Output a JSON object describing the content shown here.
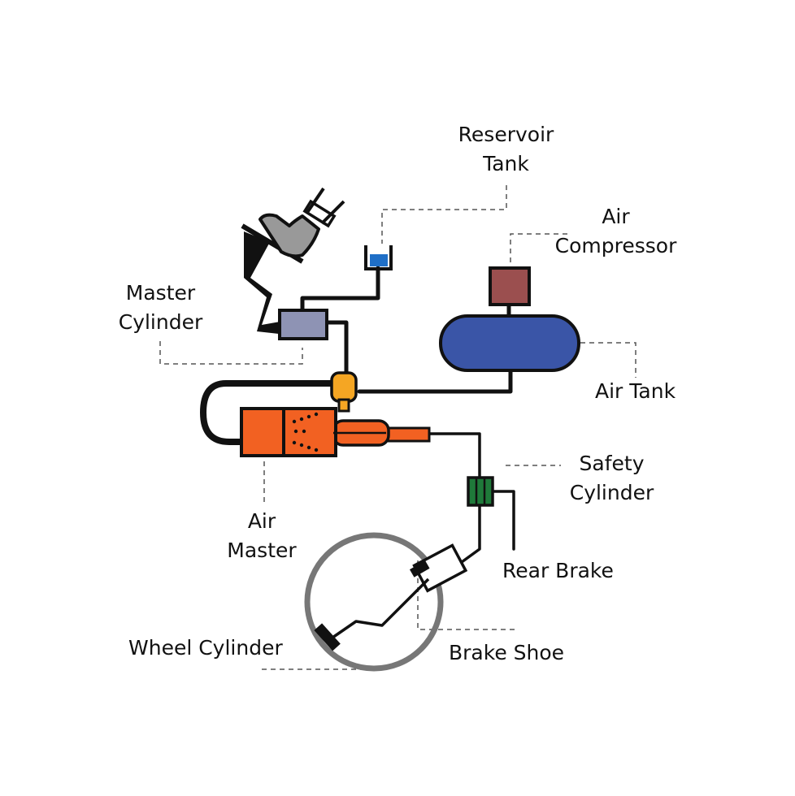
{
  "labels": {
    "reservoir_tank": [
      "Reservoir",
      "Tank"
    ],
    "air_compressor": [
      "Air",
      "Compressor"
    ],
    "master_cylinder": [
      "Master",
      "Cylinder"
    ],
    "air_tank": "Air Tank",
    "safety_cylinder": [
      "Safety",
      "Cylinder"
    ],
    "air_master": [
      "Air",
      "Master"
    ],
    "rear_brake": "Rear Brake",
    "wheel_cylinder": "Wheel Cylinder",
    "brake_shoe": "Brake Shoe"
  },
  "colors": {
    "line": "#111111",
    "leader": "#555555",
    "pedal": "#999999",
    "reservoir_fluid": "#1f6fc7",
    "master_cylinder": "#8e93b4",
    "compressor": "#9b4f4f",
    "air_tank": "#3a55a7",
    "valve": "#f5a623",
    "air_master": "#f26122",
    "safety_cylinder": "#1f7a3a",
    "wheel_ring": "#777777"
  }
}
